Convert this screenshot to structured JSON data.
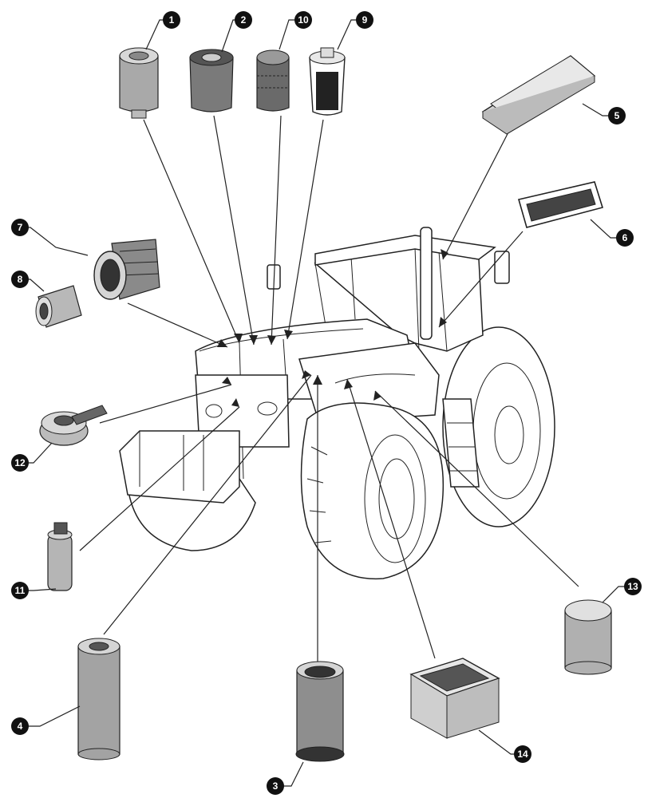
{
  "diagram": {
    "type": "exploded-parts-callout",
    "subject": "tractor filter locations",
    "callouts": [
      {
        "id": "c1",
        "label": "1",
        "part": "spin-on-filter-grey"
      },
      {
        "id": "c2",
        "label": "2",
        "part": "spin-on-filter-dark"
      },
      {
        "id": "c3",
        "label": "3",
        "part": "cylindrical-cartridge-filter"
      },
      {
        "id": "c4",
        "label": "4",
        "part": "tall-spin-on-filter"
      },
      {
        "id": "c5",
        "label": "5",
        "part": "cab-panel-air-filter"
      },
      {
        "id": "c6",
        "label": "6",
        "part": "recirculation-panel-filter"
      },
      {
        "id": "c7",
        "label": "7",
        "part": "primary-air-filter-element"
      },
      {
        "id": "c8",
        "label": "8",
        "part": "secondary-air-filter-element"
      },
      {
        "id": "c9",
        "label": "9",
        "part": "fuel-prefilter-element"
      },
      {
        "id": "c10",
        "label": "10",
        "part": "pleated-cartridge-filter"
      },
      {
        "id": "c11",
        "label": "11",
        "part": "receiver-drier"
      },
      {
        "id": "c12",
        "label": "12",
        "part": "breather-cap-with-hose"
      },
      {
        "id": "c13",
        "label": "13",
        "part": "short-canister-filter"
      },
      {
        "id": "c14",
        "label": "14",
        "part": "box-air-filter"
      }
    ]
  }
}
